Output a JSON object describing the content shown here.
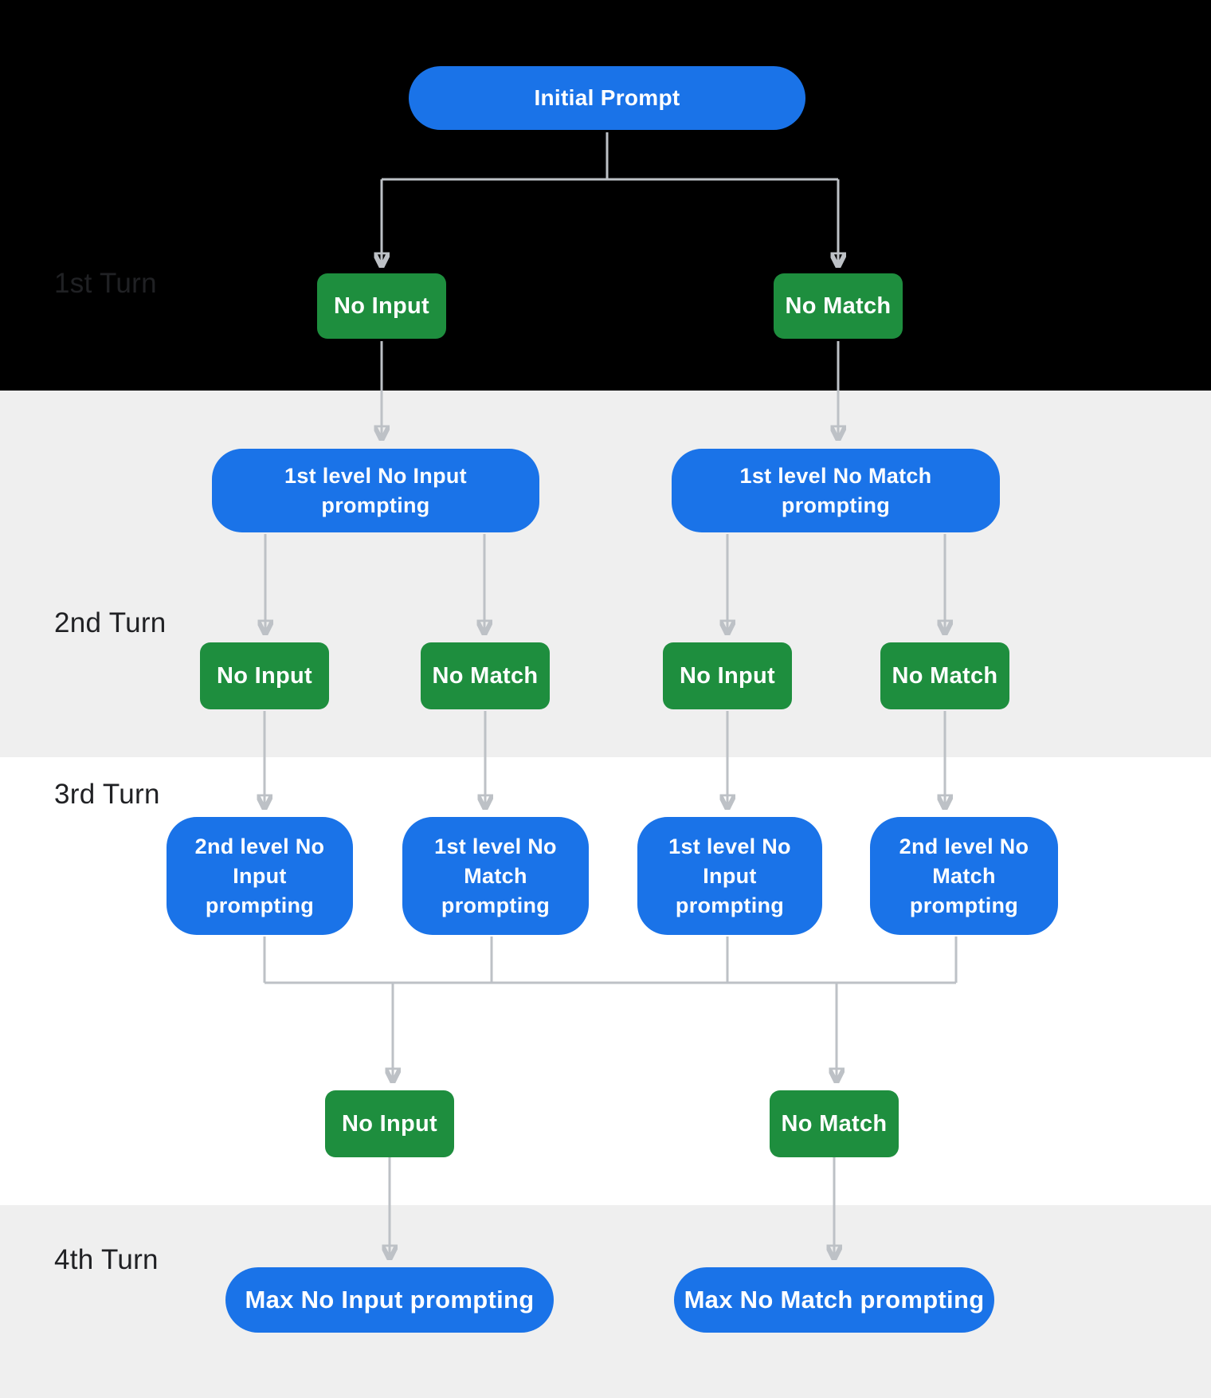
{
  "palette": {
    "node_blue": "#1a73e8",
    "node_green": "#1e8e3e",
    "connector_gray": "#bdc1c6",
    "band_black": "#000000",
    "band_gray": "#efefef",
    "band_white": "#ffffff",
    "turn_label_color": "#202124",
    "node_text_color": "#ffffff"
  },
  "turn_labels": [
    "1st Turn",
    "2nd Turn",
    "3rd Turn",
    "4th Turn"
  ],
  "nodes": {
    "initial": {
      "label": "Initial Prompt"
    },
    "t1_no_input": {
      "label": "No Input"
    },
    "t1_no_match": {
      "label": "No Match"
    },
    "l1_no_input": {
      "lines": [
        "1st level No Input",
        "prompting"
      ]
    },
    "l1_no_match": {
      "lines": [
        "1st level No Match",
        "prompting"
      ]
    },
    "t2_no_input_a": {
      "label": "No Input"
    },
    "t2_no_match_a": {
      "label": "No Match"
    },
    "t2_no_input_b": {
      "label": "No Input"
    },
    "t2_no_match_b": {
      "label": "No Match"
    },
    "l2_no_input": {
      "lines": [
        "2nd level No",
        "Input",
        "prompting"
      ]
    },
    "l1_no_match_2": {
      "lines": [
        "1st level No",
        "Match",
        "prompting"
      ]
    },
    "l1_no_input_2": {
      "lines": [
        "1st level No",
        "Input",
        "prompting"
      ]
    },
    "l2_no_match": {
      "lines": [
        "2nd level No",
        "Match",
        "prompting"
      ]
    },
    "t3_no_input": {
      "label": "No Input"
    },
    "t3_no_match": {
      "label": "No Match"
    },
    "max_no_input": {
      "label": "Max No Input prompting"
    },
    "max_no_match": {
      "label": "Max No Match prompting"
    }
  }
}
